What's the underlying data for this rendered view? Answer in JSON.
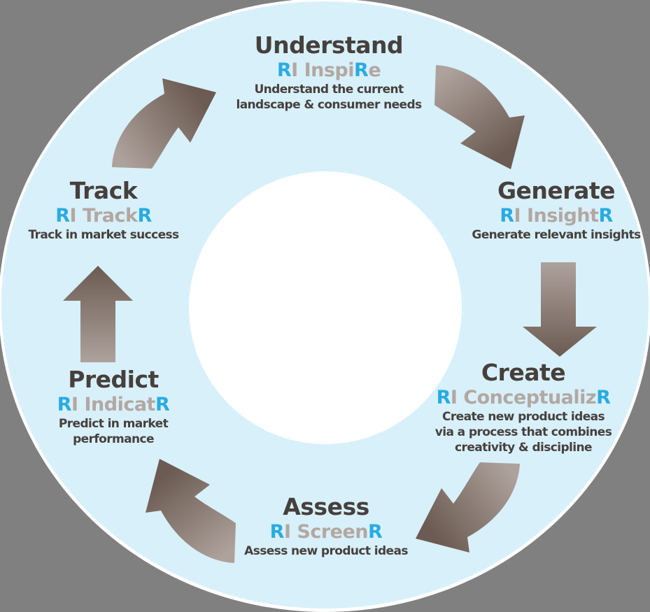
{
  "diagram": {
    "type": "circular-process-cycle",
    "background_color": "#808080",
    "ring_color": "#D8F0FA",
    "center_color": "#FFFFFF",
    "heading_color": "#46403D",
    "accent_blue": "#29ABE2",
    "product_gray": "#B2A8A2",
    "arrow_gradient": {
      "from": "#AEA29C",
      "to": "#6B5B52"
    }
  },
  "stages": [
    {
      "heading": "Understand",
      "product": {
        "r1": "R",
        "mid": "I Inspi",
        "r2": "R",
        "tail": "e"
      },
      "product_full": "RI InspiRe",
      "lines": [
        "Understand the current",
        "landscape & consumer needs"
      ]
    },
    {
      "heading": "Generate",
      "product": {
        "r1": "R",
        "mid": "I Insight",
        "r2": "R",
        "tail": ""
      },
      "product_full": "RI InsightR",
      "lines": [
        "Generate relevant insights"
      ]
    },
    {
      "heading": "Create",
      "product": {
        "r1": "R",
        "mid": "I Conceptualiz",
        "r2": "R",
        "tail": ""
      },
      "product_full": "RI ConceptualizR",
      "lines": [
        "Create new product ideas",
        "via a process that combines",
        "creativity & discipline"
      ]
    },
    {
      "heading": "Assess",
      "product": {
        "r1": "R",
        "mid": "I Screen",
        "r2": "R",
        "tail": ""
      },
      "product_full": "RI ScreenR",
      "lines": [
        "Assess new product ideas"
      ]
    },
    {
      "heading": "Predict",
      "product": {
        "r1": "R",
        "mid": "I Indicat",
        "r2": "R",
        "tail": ""
      },
      "product_full": "RI IndicatR",
      "lines": [
        "Predict in market",
        "performance"
      ]
    },
    {
      "heading": "Track",
      "product": {
        "r1": "R",
        "mid": "I Track",
        "r2": "R",
        "tail": ""
      },
      "product_full": "RI TrackR",
      "lines": [
        "Track in market success"
      ]
    }
  ],
  "arrows": [
    {
      "name": "track-to-understand",
      "type": "curved",
      "direction": "up-right"
    },
    {
      "name": "understand-to-generate",
      "type": "curved",
      "direction": "down-right"
    },
    {
      "name": "generate-to-create",
      "type": "straight",
      "direction": "down"
    },
    {
      "name": "create-to-assess",
      "type": "curved",
      "direction": "down-left"
    },
    {
      "name": "assess-to-predict",
      "type": "curved",
      "direction": "up-left"
    },
    {
      "name": "predict-to-track",
      "type": "straight",
      "direction": "up"
    }
  ]
}
